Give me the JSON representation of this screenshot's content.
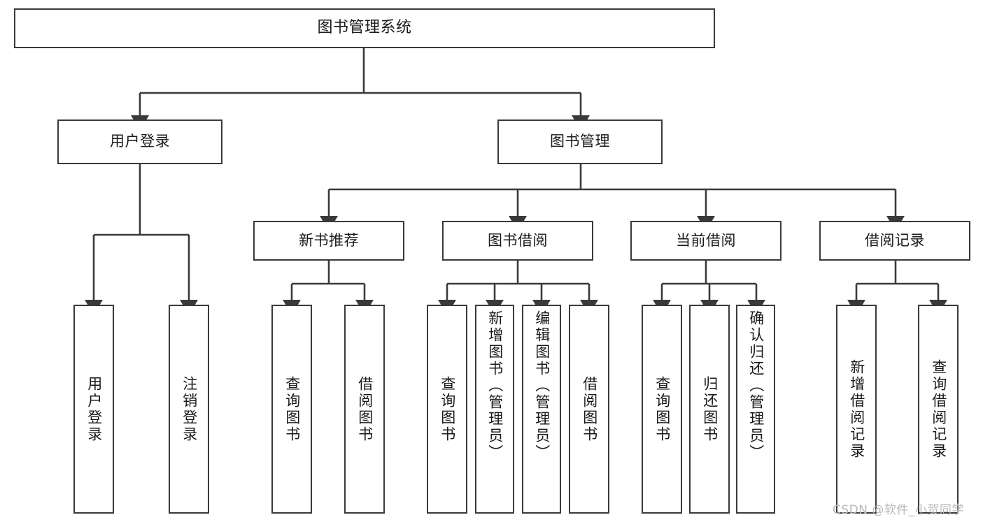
{
  "diagram": {
    "title": "图书管理系统",
    "type": "tree-hierarchy",
    "watermark": "CSDN @软件_小贺同学",
    "colors": {
      "box_border": "#3a3a3a",
      "box_fill": "#ffffff",
      "edge": "#3a3a3a",
      "text": "#1a1a1a",
      "watermark": "#b9b9b9",
      "background": "#ffffff"
    },
    "levels": {
      "root": {
        "label": "图书管理系统"
      },
      "level1": [
        {
          "id": "user-login",
          "label": "用户登录"
        },
        {
          "id": "book-manage",
          "label": "图书管理"
        }
      ],
      "level2": [
        {
          "id": "new-book-rec",
          "label": "新书推荐",
          "parent": "book-manage"
        },
        {
          "id": "book-borrow",
          "label": "图书借阅",
          "parent": "book-manage"
        },
        {
          "id": "current-borrow",
          "label": "当前借阅",
          "parent": "book-manage"
        },
        {
          "id": "borrow-record",
          "label": "借阅记录",
          "parent": "book-manage"
        }
      ],
      "leaves": [
        {
          "id": "leaf-user-login",
          "label": "用户登录",
          "parent": "user-login"
        },
        {
          "id": "leaf-logout",
          "label": "注销登录",
          "parent": "user-login"
        },
        {
          "id": "leaf-query-book-1",
          "label": "查询图书",
          "parent": "new-book-rec"
        },
        {
          "id": "leaf-borrow-book-1",
          "label": "借阅图书",
          "parent": "new-book-rec"
        },
        {
          "id": "leaf-query-book-2",
          "label": "查询图书",
          "parent": "book-borrow"
        },
        {
          "id": "leaf-add-book",
          "label": "新增图书（管理员）",
          "parent": "book-borrow"
        },
        {
          "id": "leaf-edit-book",
          "label": "编辑图书（管理员）",
          "parent": "book-borrow"
        },
        {
          "id": "leaf-borrow-book-2",
          "label": "借阅图书",
          "parent": "book-borrow"
        },
        {
          "id": "leaf-query-book-3",
          "label": "查询图书",
          "parent": "current-borrow"
        },
        {
          "id": "leaf-return-book",
          "label": "归还图书",
          "parent": "current-borrow"
        },
        {
          "id": "leaf-confirm-return",
          "label": "确认归还（管理员）",
          "parent": "current-borrow"
        },
        {
          "id": "leaf-add-record",
          "label": "新增借阅记录",
          "parent": "borrow-record"
        },
        {
          "id": "leaf-query-record",
          "label": "查询借阅记录",
          "parent": "borrow-record"
        }
      ]
    }
  }
}
